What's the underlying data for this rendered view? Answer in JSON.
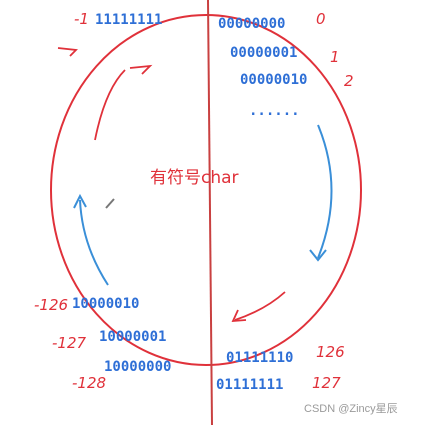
{
  "center_label": "有符号char",
  "binary_values": {
    "top_left": "11111111",
    "top_right_0": "00000000",
    "right_1": "00000001",
    "right_2": "00000010",
    "ellipsis": "......",
    "left_10": "10000010",
    "left_9": "10000001",
    "left_8": "10000000",
    "bottom_right_6": "01111110",
    "bottom_right_7": "01111111"
  },
  "decimal_labels": {
    "top_left": "-1",
    "top_right_0": "0",
    "right_1": "1",
    "right_2": "2",
    "left_10": "-126",
    "left_9": "-127",
    "left_8": "-128",
    "bottom_right_6": "126",
    "bottom_right_7": "127"
  },
  "watermark": "CSDN @Zincy星辰",
  "colors": {
    "red": "#e0313a",
    "blue": "#2e6fd6",
    "arrow_blue": "#3a8fd8"
  }
}
